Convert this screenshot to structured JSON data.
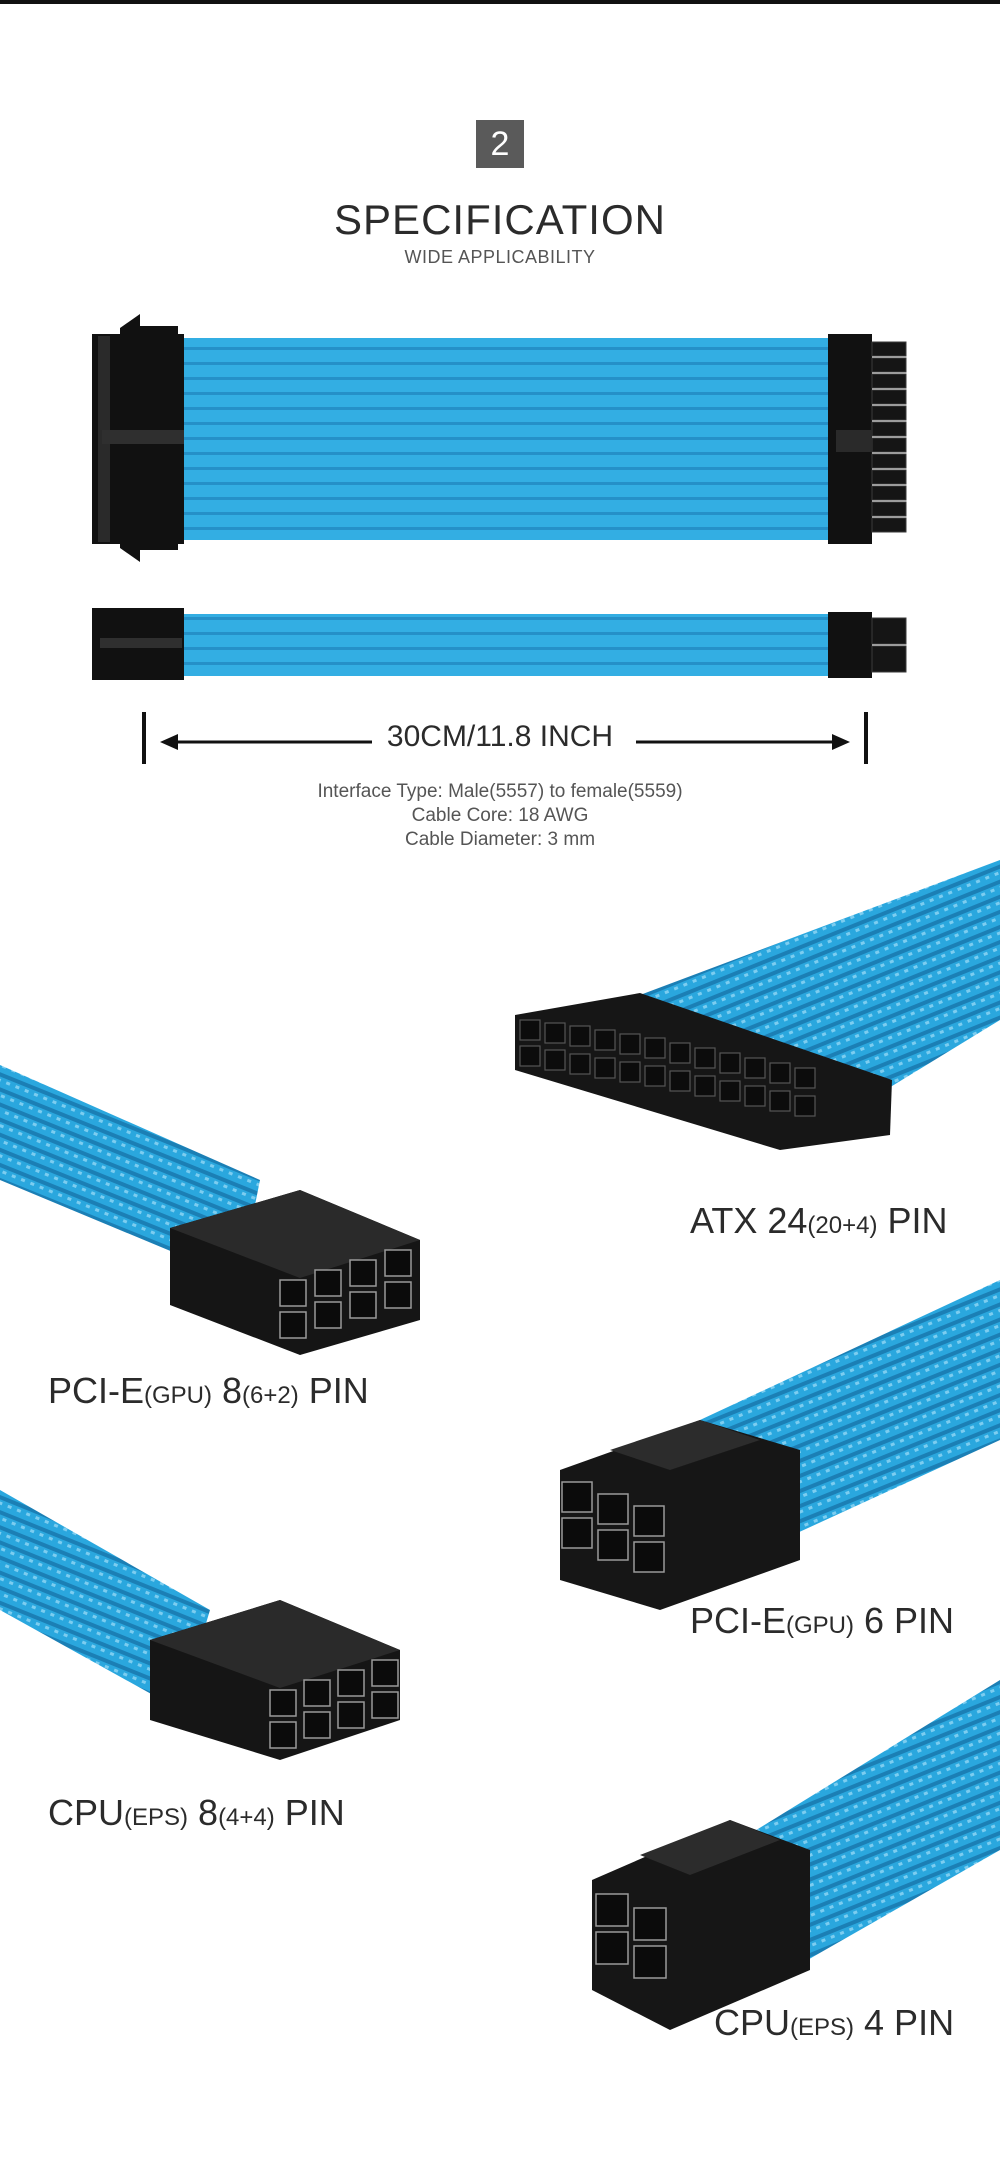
{
  "header": {
    "step_number": "2",
    "title": "SPECIFICATION",
    "subtitle": "WIDE APPLICABILITY"
  },
  "measurement": {
    "length_label": "30CM/11.8 INCH"
  },
  "specs": [
    "Interface Type: Male(5557) to female(5559)",
    "Cable Core: 18 AWG",
    "Cable Diameter: 3 mm"
  ],
  "connectors": {
    "atx": {
      "main": "ATX 24",
      "small": "(20+4)",
      "suffix": " PIN"
    },
    "pcie8": {
      "main": "PCI-E",
      "small1": "(GPU)",
      "mid": " 8",
      "small2": "(6+2)",
      "suffix": " PIN"
    },
    "pcie6": {
      "main": "PCI-E",
      "small1": "(GPU)",
      "suffix": " 6 PIN"
    },
    "cpu8": {
      "main": "CPU",
      "small1": "(EPS)",
      "mid": " 8",
      "small2": "(4+4)",
      "suffix": " PIN"
    },
    "cpu4": {
      "main": "CPU",
      "small1": "(EPS)",
      "suffix": " 4 PIN"
    }
  },
  "colors": {
    "sleeve_blue": "#29a3d9",
    "sleeve_dark": "#1b83b8",
    "connector_black": "#121212"
  }
}
